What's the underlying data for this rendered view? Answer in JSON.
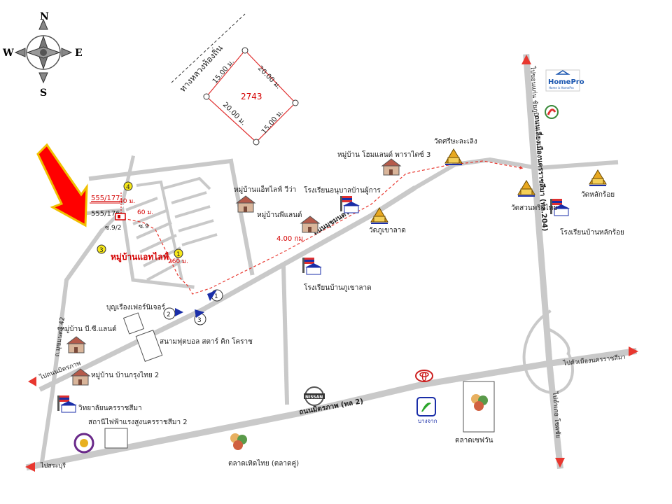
{
  "compass": {
    "n": "N",
    "s": "S",
    "e": "E",
    "w": "W"
  },
  "plot": {
    "lot_number": "2743",
    "side_top": "20.00 ม.",
    "side_left": "15.00 ม.",
    "side_right": "15.00 ม.",
    "side_bottom": "20.00 ม.",
    "access_road": "ทางหลวงท้องถิ่น"
  },
  "local_roads": {
    "lot_a": "555/177",
    "lot_b": "555/176",
    "dist_40": "40 ม.",
    "dist_60": "60 ม.",
    "dist_260": "260 ม.",
    "soi_2": "ซ.9/2",
    "soi_9": "ซ.9",
    "marker_1": "1",
    "marker_3": "3",
    "marker_4": "4"
  },
  "roads": {
    "main_diagonal": "ถนนมุขมนตรี",
    "mittraphap": "ถนนมิตรภาพ (ทล 2)",
    "bypass": "ถนนเลี่ยงเมืองนครราชสีมา (ทล.204)",
    "soi_42": "ถ.มุขมนตรี 42",
    "distance_4km": "4.00 กม."
  },
  "destinations": {
    "to_mittraphap_left": "ไปถนนมิตรภาพ",
    "to_saraburi": "ไปสระบุรี",
    "to_korat_city": "ไปตัวเมืองนครราชสีมา",
    "to_khon_kaen": "ไปขอนแก่น ชัยภูมิ",
    "to_chokchai": "ไปอำเภอ โชคชัย"
  },
  "landmarks": {
    "village_atlife": "หมู่บ้านแอทไลฟ์",
    "village_atlife_viva": "หมู่บ้านแอ็ทไลฟ์ วีว่า",
    "village_phiiland": "หมู่บ้านพีแลนด์",
    "village_homeland": "หมู่บ้าน โฮมแลนด์ พาราไดซ์ 3",
    "wat_sri_chalerm": "วัดศรีษะละเลิง",
    "wat_phu_khao_lat": "วัดภูเขาลาด",
    "wat_suan_phrik_thai": "วัดสวนพริกไทย",
    "wat_lak_roi": "วัดหลักร้อย",
    "school_anuban": "โรงเรียนอนุบาลบ้านผู้การ",
    "school_phu_khao_lat": "โรงเรียนบ้านภูเขาลาด",
    "school_lak_roi": "โรงเรียนบ้านหลักร้อย",
    "furniture": "บุญเรืองเฟอร์นิเจอร์",
    "football": "สนามฟุตบอล สตาร์ คิก โคราช",
    "village_bc_land": "หมู่บ้าน บี.ซี.แลนด์",
    "village_krungthai": "หมู่บ้าน บ้านกรุงไทย 2",
    "college": "วิทยาลัยนครราชสีมา",
    "power_station": "สถานีไฟฟ้าแรงสูงนครราชสีมา 2",
    "talat_thai": "ตลาดเทิดไทย (ตลาดคู่)",
    "talat_seven": "ตลาดเซฟวัน",
    "bangchak": "บางจาก",
    "nissan": "NISSAN",
    "homepro": "HomePro",
    "homepro_tag": "Home is HomePro"
  },
  "circle_markers": [
    "1",
    "2",
    "3"
  ],
  "colors": {
    "road": "#c9c9c9",
    "route": "#e8372f",
    "arrow_fill": "#ff0000",
    "arrow_stroke": "#f0c000",
    "label_red": "#d40000"
  }
}
